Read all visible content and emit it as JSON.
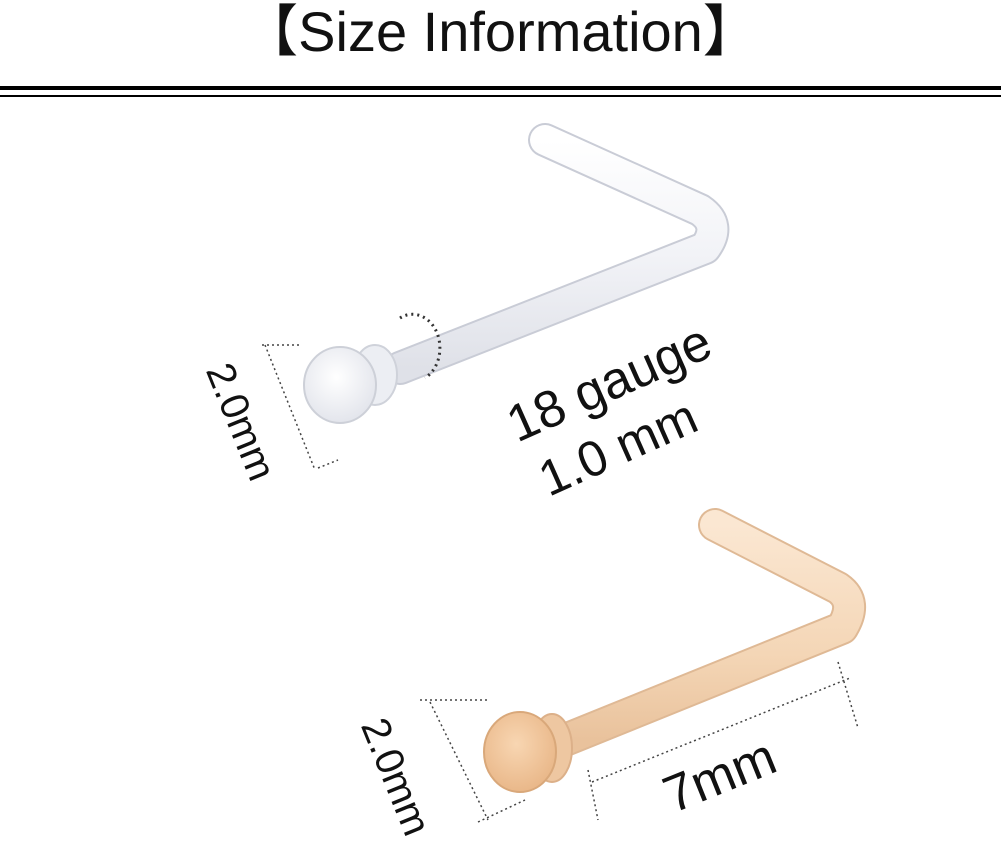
{
  "title": "【Size Information】",
  "clear_pin": {
    "head_diameter": "2.0mm",
    "gauge_line1": "18 gauge",
    "gauge_line2": "1.0 mm"
  },
  "skin_pin": {
    "head_diameter": "2.0mm",
    "bar_length": "7mm"
  },
  "colors": {
    "clear_pin": "#f7f8fb",
    "skin_pin": "#f6dcc0",
    "skin_head": "#f3c9a0",
    "rule": "#000000"
  }
}
